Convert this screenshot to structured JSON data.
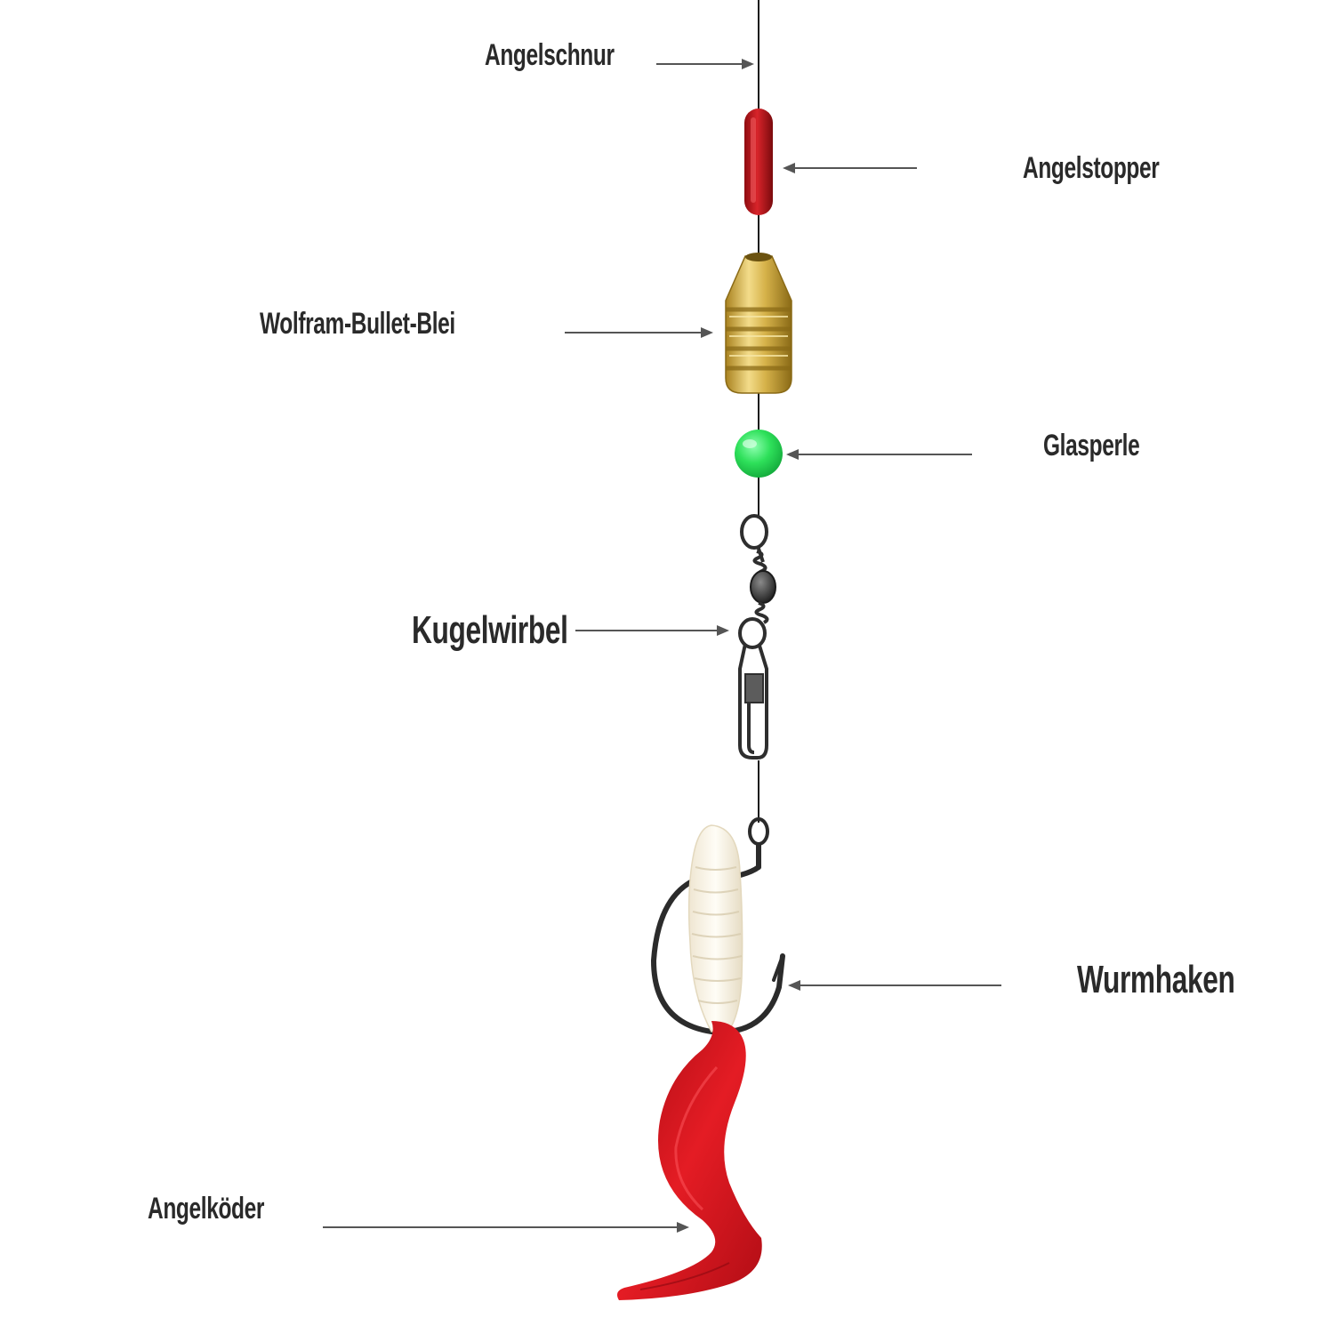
{
  "labels": {
    "angelschnur": "Angelschnur",
    "angelstopper": "Angelstopper",
    "blei": "Wolfram-Bullet-Blei",
    "glasperle": "Glasperle",
    "kugelwirbel": "Kugelwirbel",
    "wurmhaken": "Wurmhaken",
    "angelkoeder": "Angelköder"
  },
  "colors": {
    "line": "#1a1a1a",
    "arrow": "#555555",
    "label": "#2a2a2a",
    "stopper": "#c0161a",
    "brass": "#d6b24a",
    "bead": "#2ee05a",
    "metal": "#2e2e2e",
    "grub_body": "#fbf6ea",
    "grub_tail": "#d4101a"
  }
}
